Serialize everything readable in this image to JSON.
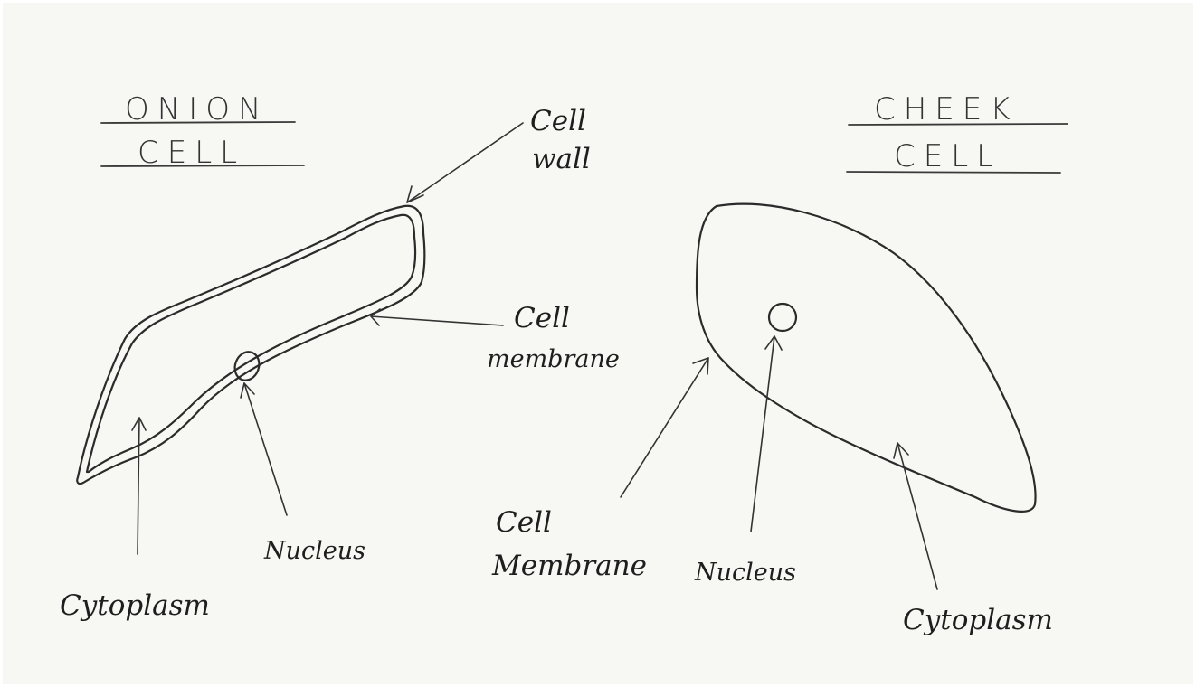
{
  "onion_cell": {
    "title_line1": "ONION",
    "title_line2": "CELL",
    "labels": {
      "cell_wall_line1": "Cell",
      "cell_wall_line2": "wall",
      "cell_membrane_line1": "Cell",
      "cell_membrane_line2": "membrane",
      "nucleus": "Nucleus",
      "cytoplasm": "Cytoplasm"
    }
  },
  "cheek_cell": {
    "title_line1": "CHEEK",
    "title_line2": "CELL",
    "labels": {
      "cell_membrane_line1": "Cell",
      "cell_membrane_line2": "Membrane",
      "nucleus": "Nucleus",
      "cytoplasm": "Cytoplasm"
    }
  },
  "colors": {
    "paper": "#f7f7f3",
    "ink": "#2b2b2b"
  }
}
